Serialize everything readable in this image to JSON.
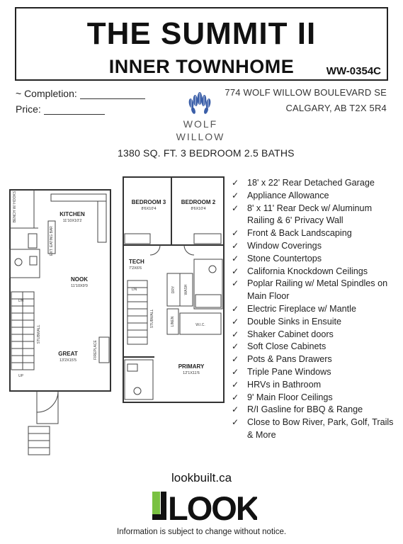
{
  "header": {
    "title": "THE SUMMIT II",
    "subtitle": "INNER TOWNHOME",
    "model_code": "WW-0354C"
  },
  "meta": {
    "completion_label": "~ Completion:",
    "price_label": "Price:"
  },
  "address": {
    "line1": "774 WOLF WILLOW BOULEVARD SE",
    "line2": "CALGARY, AB T2X 5R4"
  },
  "community_logo": {
    "icon": "wolf-willow-leaves-icon",
    "line1": "WOLF",
    "line2": "WILLOW",
    "color": "#3a5ea8"
  },
  "specs": "1380 SQ. FT. 3 BEDROOM 2.5 BATHS",
  "floorplan": {
    "main_floor": {
      "kitchen": {
        "name": "KITCHEN",
        "dim": "11'10X10'2"
      },
      "nook": {
        "name": "NOOK",
        "dim": "11'10X9'0"
      },
      "great": {
        "name": "GREAT",
        "dim": "13'2X15'5"
      },
      "labels": {
        "bench": "BENCH W/ HOOKS",
        "eating_bar": "EXT. EATING BAR",
        "stubwall": "STUBWALL",
        "fireplace": "FIREPLACE",
        "up": "UP",
        "dn": "DN"
      }
    },
    "upper_floor": {
      "bedroom3": {
        "name": "BEDROOM 3",
        "dim": "8'6X10'4"
      },
      "bedroom2": {
        "name": "BEDROOM 2",
        "dim": "8'6X10'4"
      },
      "tech": {
        "name": "TECH",
        "dim": "7'2X6'6"
      },
      "primary": {
        "name": "PRIMARY",
        "dim": "12'1X11'6"
      },
      "labels": {
        "dry": "DRY",
        "wash": "WASH",
        "linen": "LINEN",
        "wic": "W.I.C.",
        "stubwall": "STUBWALL",
        "dn": "DN"
      }
    }
  },
  "features": [
    "18' x 22' Rear Detached Garage",
    "Appliance Allowance",
    "8' x 11' Rear Deck w/ Aluminum Railing & 6' Privacy Wall",
    "Front & Back Landscaping",
    "Window Coverings",
    "Stone Countertops",
    "California Knockdown Ceilings",
    "Poplar Railing w/ Metal Spindles on Main Floor",
    "Electric Fireplace w/ Mantle",
    "Double Sinks in Ensuite",
    "Shaker Cabinet doors",
    "Soft Close Cabinets",
    "Pots & Pans Drawers",
    "Triple Pane Windows",
    "HRVs in Bathroom",
    "9' Main Floor Ceilings",
    "R/I Gasline for BBQ & Range",
    "Close to Bow River, Park, Golf, Trails & More"
  ],
  "check_glyph": "✓",
  "brand": {
    "url": "lookbuilt.ca",
    "logo_text": "LOOK",
    "accent_color": "#7ac142"
  },
  "disclaimer": "Information is subject to change without notice."
}
